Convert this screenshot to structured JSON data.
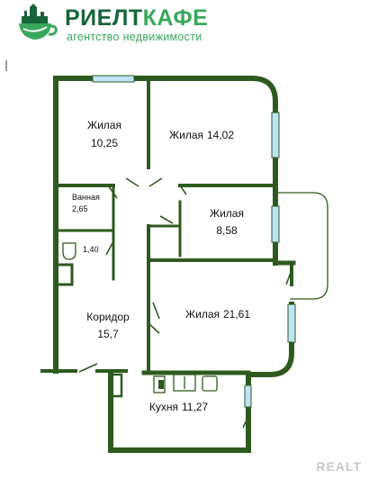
{
  "brand": {
    "name_part1": "РИЕЛТ",
    "name_part2": "КАФЕ",
    "tagline": "агентство недвижимости",
    "colors": {
      "dark": "#17653a",
      "light": "#3aa85c",
      "walls": "#2f5a1f",
      "window": "#bfe3f7"
    }
  },
  "rooms": {
    "living_1": {
      "name": "Жилая",
      "area": "10,25"
    },
    "living_2": {
      "name": "Жилая",
      "area": "14,02"
    },
    "bathroom": {
      "name": "Ванная",
      "area": "2,65"
    },
    "toilet": {
      "area": "1,40"
    },
    "living_3": {
      "name": "Жилая",
      "area": "8,58"
    },
    "corridor": {
      "name": "Коридор",
      "area": "15,7"
    },
    "living_4": {
      "name": "Жилая",
      "area": "21,61"
    },
    "kitchen": {
      "name": "Кухня",
      "area": "11,27"
    }
  },
  "watermark": "REALT"
}
